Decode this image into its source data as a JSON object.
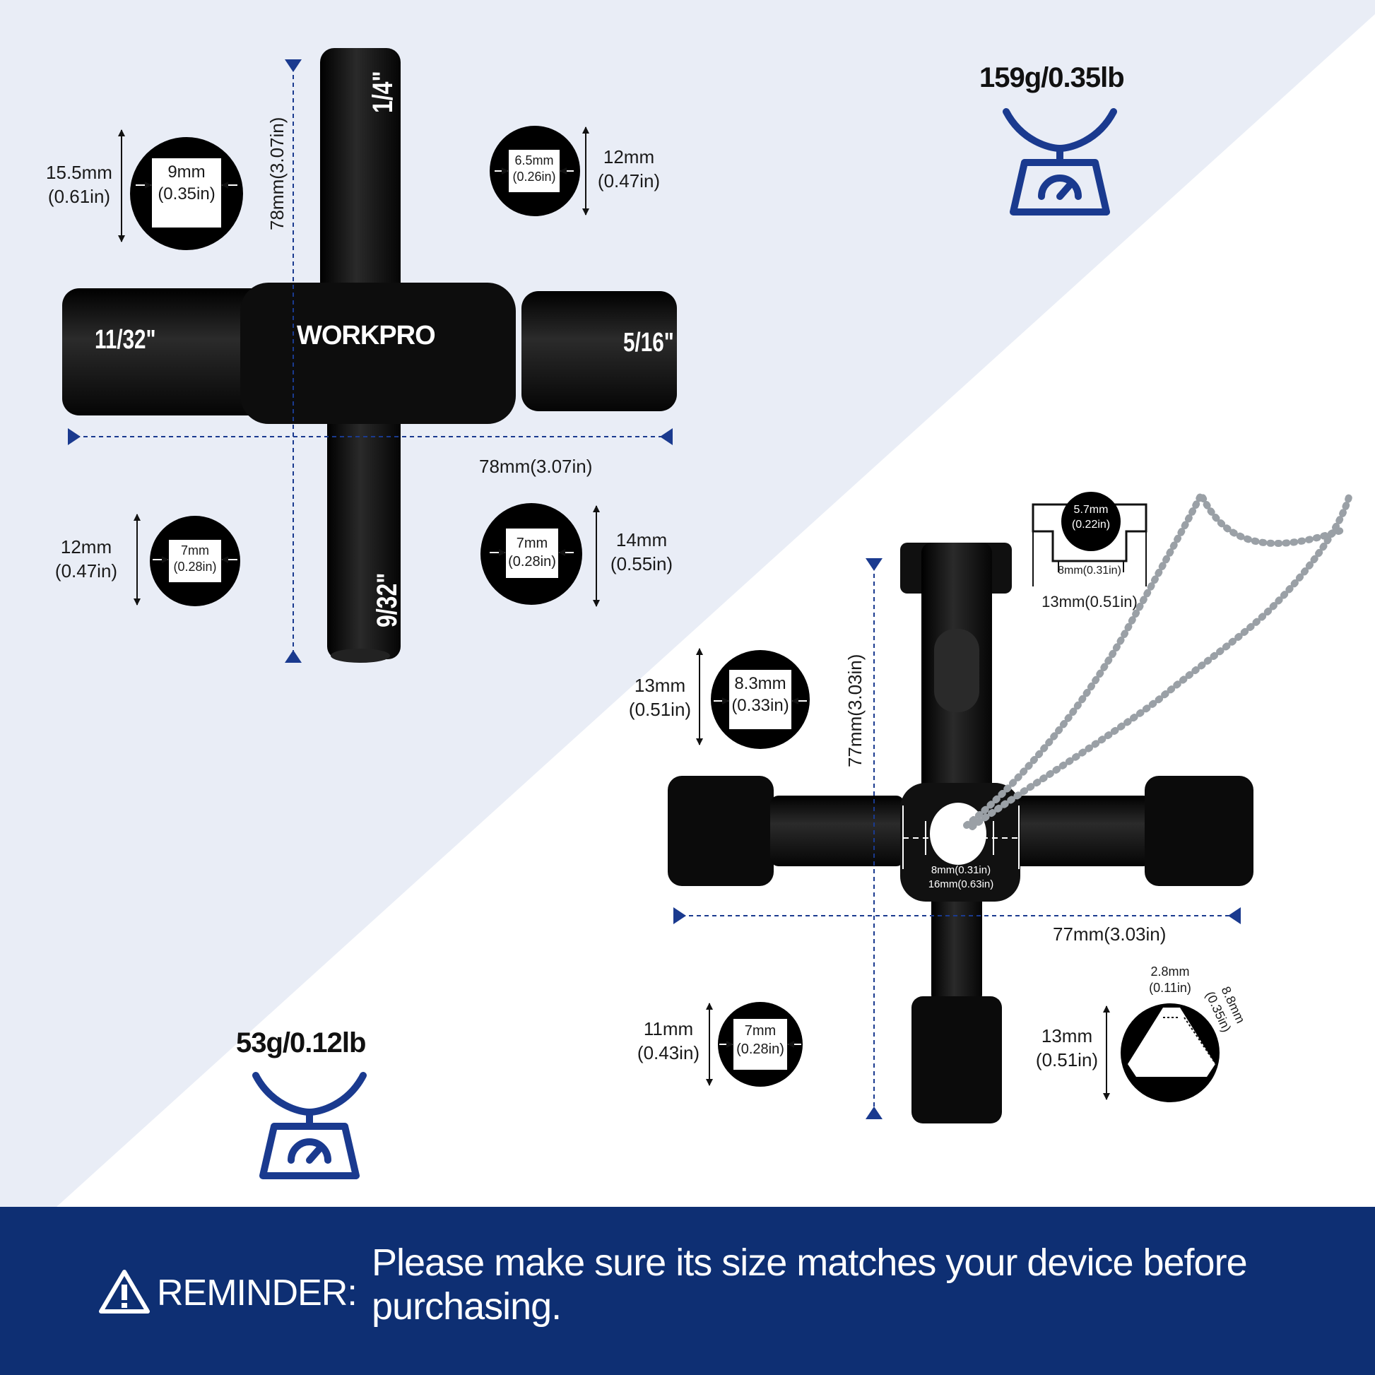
{
  "brand": "WORKPRO",
  "colors": {
    "accent_blue": "#1a3a8f",
    "banner_blue": "#0e2f73",
    "bg_light": "#e9edf6",
    "tool_black": "#0b0b0b"
  },
  "icons": [
    "scale-icon",
    "warning-triangle-icon"
  ],
  "key1": {
    "weight": "159g/0.35lb",
    "ends": {
      "top": "1/4\"",
      "left": "11/32\"",
      "right": "5/16\"",
      "bottom": "9/32\""
    },
    "height_label": "78mm(3.07in)",
    "width_label": "78mm(3.07in)",
    "sockets": [
      {
        "outer": [
          "15.5mm",
          "(0.61in)"
        ],
        "inner": [
          "9mm",
          "(0.35in)"
        ]
      },
      {
        "outer": [
          "12mm",
          "(0.47in)"
        ],
        "inner": [
          "6.5mm",
          "(0.26in)"
        ]
      },
      {
        "outer": [
          "12mm",
          "(0.47in)"
        ],
        "inner": [
          "7mm",
          "(0.28in)"
        ]
      },
      {
        "outer": [
          "14mm",
          "(0.55in)"
        ],
        "inner": [
          "7mm",
          "(0.28in)"
        ]
      }
    ]
  },
  "key2": {
    "weight": "53g/0.12lb",
    "height_label": "77mm(3.03in)",
    "width_label": "77mm(3.03in)",
    "top_slot": {
      "inner": [
        "5.7mm",
        "(0.22in)"
      ],
      "mid": "8mm(0.31in)",
      "outer": "13mm(0.51in)"
    },
    "hub": [
      "8mm(0.31in)",
      "16mm(0.63in)"
    ],
    "sockets": [
      {
        "outer": [
          "13mm",
          "(0.51in)"
        ],
        "inner": [
          "8.3mm",
          "(0.33in)"
        ]
      },
      {
        "outer": [
          "11mm",
          "(0.43in)"
        ],
        "inner": [
          "7mm",
          "(0.28in)"
        ]
      }
    ],
    "triangle": {
      "outer": [
        "13mm",
        "(0.51in)"
      ],
      "top": [
        "2.8mm",
        "(0.11in)"
      ],
      "side": [
        "8.8mm",
        "(0.35in)"
      ]
    }
  },
  "reminder": {
    "label": "REMINDER:",
    "text": "Please make sure its size matches your device before purchasing."
  }
}
